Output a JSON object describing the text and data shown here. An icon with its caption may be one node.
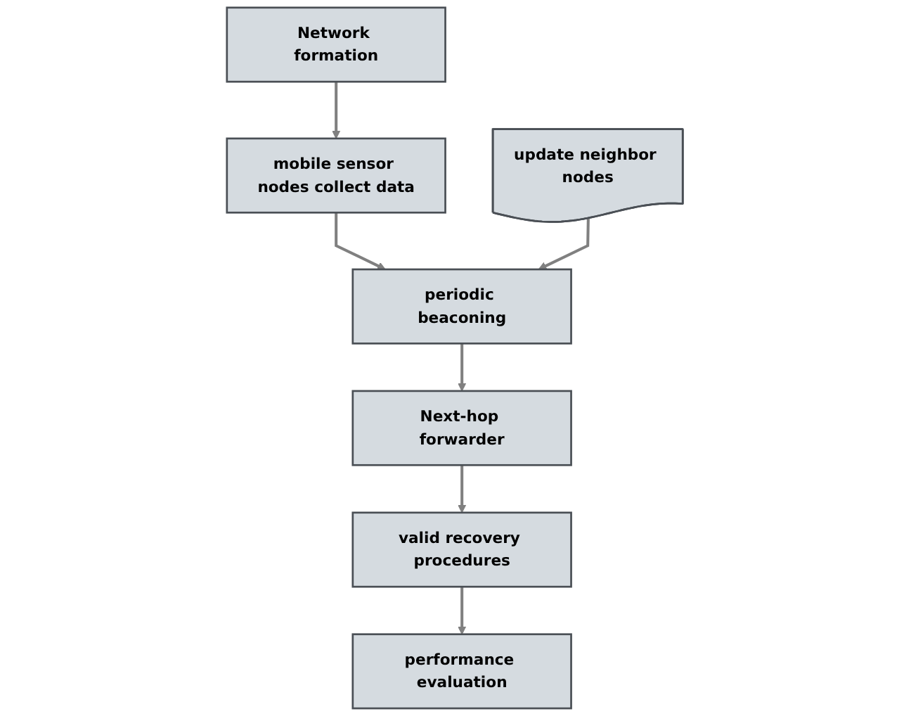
{
  "diagram": {
    "nodes": [
      {
        "text": [
          "Network formation"
        ]
      },
      {
        "text": [
          "mobile sensor nodes collect data"
        ]
      },
      {
        "text": [
          "periodic beaconing"
        ]
      },
      {
        "text": [
          "update neighbor nodes"
        ]
      },
      {
        "text": [
          "Next-hop forwarder"
        ]
      },
      {
        "text": [
          "valid recovery procedures"
        ]
      },
      {
        "text": [
          "performance evaluation"
        ]
      }
    ],
    "edges": [
      {
        "from": 0,
        "to": 1,
        "arrow": "to"
      },
      {
        "from": 1,
        "to": 2,
        "arrow": "to"
      },
      {
        "from": 3,
        "to": 2,
        "arrow": "to"
      },
      {
        "from": 2,
        "to": 4,
        "arrow": "to"
      },
      {
        "from": 4,
        "to": 5,
        "arrow": "to"
      },
      {
        "from": 5,
        "to": 6,
        "arrow": "to"
      }
    ]
  }
}
